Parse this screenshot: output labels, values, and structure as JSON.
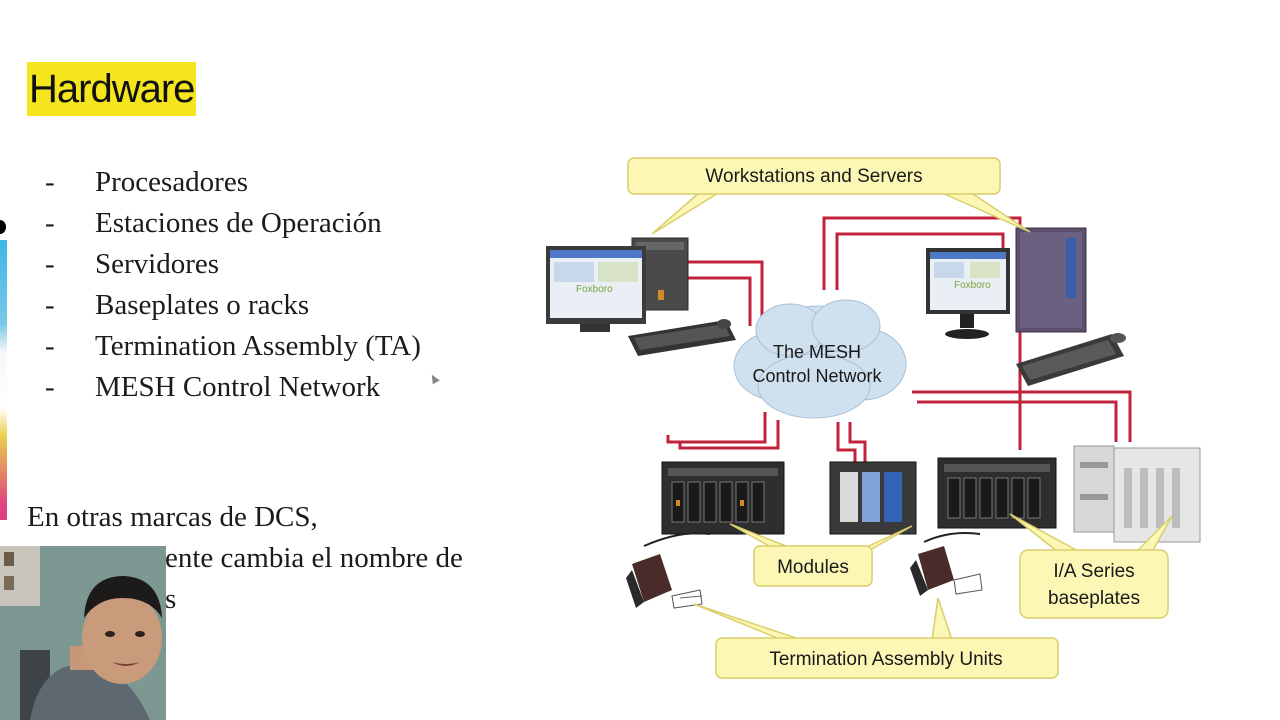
{
  "slide": {
    "title": "Hardware",
    "bullet_marker": "-",
    "bullets": [
      "Procesadores",
      "Estaciones de Operación",
      "Servidores",
      "Baseplates o racks",
      "Termination Assembly (TA)",
      "MESH Control Network"
    ],
    "paragraph_lines": [
      "En otras marcas de DCS,",
      "ente cambia el nombre de",
      "s"
    ]
  },
  "diagram": {
    "callouts": {
      "workstations": "Workstations and Servers",
      "mesh_line1": "The MESH",
      "mesh_line2": "Control Network",
      "modules": "Modules",
      "ia_line1": "I/A Series",
      "ia_line2": "baseplates",
      "termination": "Termination Assembly Units"
    },
    "screen_brand": "Foxboro",
    "colors": {
      "callout_fill": "#fcf7b4",
      "callout_border": "#d9cf6a",
      "network_wire": "#c0233b",
      "cloud": "#cfe0ee",
      "title_highlight": "#f5e51e"
    }
  }
}
